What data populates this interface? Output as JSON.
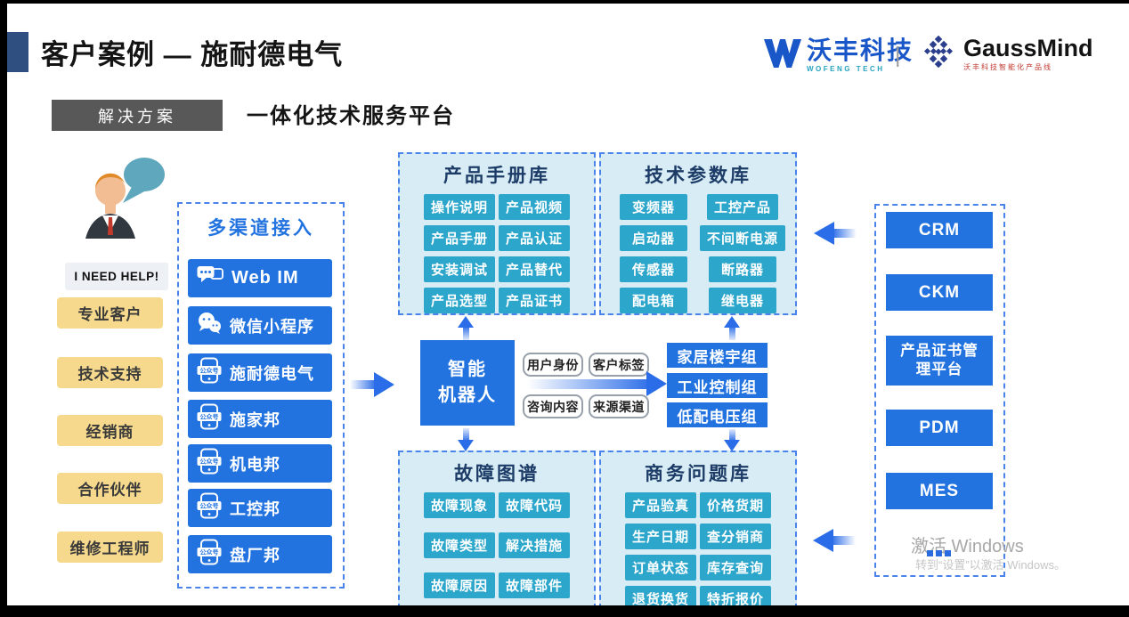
{
  "header": {
    "title": "客户案例 — 施耐德电气",
    "wofeng_logo": {
      "name": "沃丰科技",
      "sub": "WOFENG TECH"
    },
    "divider": "|",
    "gaussmind_logo": {
      "name": "GaussMind",
      "sub": "沃丰科技智能化产品线"
    }
  },
  "solution": {
    "label": "解决方案",
    "title": "一体化技术服务平台"
  },
  "user": {
    "help_label": "I NEED HELP!",
    "roles": [
      "专业客户",
      "技术支持",
      "经销商",
      "合作伙伴",
      "维修工程师"
    ]
  },
  "channels": {
    "title": "多渠道接入",
    "gongzhonghao_label": "公众号",
    "items": [
      {
        "icon": "webim-icon",
        "label": "Web IM"
      },
      {
        "icon": "wechat-icon",
        "label": "微信小程序"
      },
      {
        "icon": "gongzhonghao-icon",
        "label": "施耐德电气"
      },
      {
        "icon": "gongzhonghao-icon",
        "label": "施家邦"
      },
      {
        "icon": "gongzhonghao-icon",
        "label": "机电邦"
      },
      {
        "icon": "gongzhonghao-icon",
        "label": "工控邦"
      },
      {
        "icon": "gongzhonghao-icon",
        "label": "盘厂邦"
      }
    ]
  },
  "robot": {
    "line1": "智能",
    "line2": "机器人"
  },
  "tags": [
    "用户身份",
    "客户标签",
    "咨询内容",
    "来源渠道"
  ],
  "groups": [
    "家居楼宇组",
    "工业控制组",
    "低配电压组"
  ],
  "libraries": {
    "product_manual": {
      "title": "产品手册库",
      "items": [
        "操作说明",
        "产品视频",
        "产品手册",
        "产品认证",
        "安装调试",
        "产品替代",
        "产品选型",
        "产品证书"
      ]
    },
    "tech_params": {
      "title": "技术参数库",
      "items": [
        "变频器",
        "工控产品",
        "启动器",
        "不间断电源",
        "传感器",
        "断路器",
        "配电箱",
        "继电器"
      ]
    },
    "fault_graph": {
      "title": "故障图谱",
      "items": [
        "故障现象",
        "故障代码",
        "故障类型",
        "解决措施",
        "故障原因",
        "故障部件"
      ]
    },
    "business_qa": {
      "title": "商务问题库",
      "items": [
        "产品验真",
        "价格货期",
        "生产日期",
        "查分销商",
        "订单状态",
        "库存查询",
        "退货换货",
        "特折报价"
      ]
    }
  },
  "systems": [
    "CRM",
    "CKM",
    "产品证书管理平台",
    "PDM",
    "MES"
  ],
  "watermark": {
    "line1": "激活 Windows",
    "line2": "转到“设置”以激活 Windows。"
  },
  "colors": {
    "primary_blue": "#2273e0",
    "chip_cyan": "#2da6cc",
    "panel_bg": "#d8ecf5",
    "dashed_border": "#4a84ea",
    "role_yellow": "#f6d98c",
    "accent_navy": "#2e4f80",
    "label_gray": "#585858"
  }
}
